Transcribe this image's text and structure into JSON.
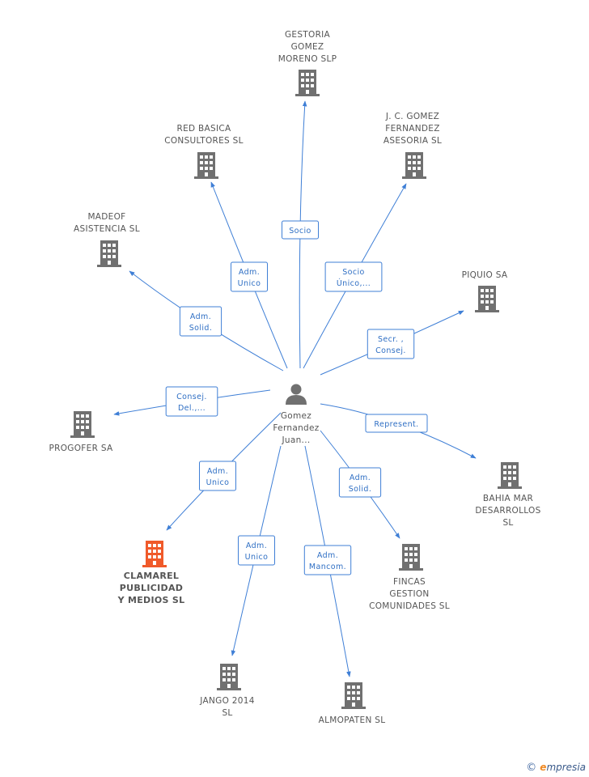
{
  "center": {
    "lines": [
      "Gomez",
      "Fernandez",
      "Juan..."
    ],
    "icon": "person-icon"
  },
  "colors": {
    "edge": "#3f7fd6",
    "building": "#707070",
    "highlight": "#f05a2a"
  },
  "nodes": [
    {
      "id": "gestoria",
      "lines": [
        "GESTORIA",
        "GOMEZ",
        "MORENO  SLP"
      ],
      "highlight": false
    },
    {
      "id": "red-basica",
      "lines": [
        "RED BASICA",
        "CONSULTORES SL"
      ],
      "highlight": false
    },
    {
      "id": "jc-gomez",
      "lines": [
        "J.  C. GOMEZ",
        "FERNANDEZ",
        "ASESORIA SL"
      ],
      "highlight": false
    },
    {
      "id": "madeof",
      "lines": [
        "MADEOF",
        "ASISTENCIA  SL"
      ],
      "highlight": false
    },
    {
      "id": "piquio",
      "lines": [
        "PIQUIO SA"
      ],
      "highlight": false
    },
    {
      "id": "progofer",
      "lines": [
        "PROGOFER SA"
      ],
      "highlight": false
    },
    {
      "id": "bahia-mar",
      "lines": [
        "BAHIA MAR",
        "DESARROLLOS",
        "SL"
      ],
      "highlight": false
    },
    {
      "id": "clamarel",
      "lines": [
        "CLAMAREL",
        "PUBLICIDAD",
        "Y MEDIOS SL"
      ],
      "highlight": true
    },
    {
      "id": "fincas",
      "lines": [
        "FINCAS",
        "GESTION",
        "COMUNIDADES SL"
      ],
      "highlight": false
    },
    {
      "id": "jango",
      "lines": [
        "JANGO 2014",
        "SL"
      ],
      "highlight": false
    },
    {
      "id": "almopaten",
      "lines": [
        "ALMOPATEN SL"
      ],
      "highlight": false
    }
  ],
  "edges": [
    {
      "target": "gestoria",
      "lines": [
        "Socio"
      ]
    },
    {
      "target": "red-basica",
      "lines": [
        "Adm.",
        "Unico"
      ]
    },
    {
      "target": "jc-gomez",
      "lines": [
        "Socio",
        "Único,..."
      ]
    },
    {
      "target": "madeof",
      "lines": [
        "Adm.",
        "Solid."
      ]
    },
    {
      "target": "piquio",
      "lines": [
        "Secr. ,",
        "Consej."
      ]
    },
    {
      "target": "progofer",
      "lines": [
        "Consej.",
        "Del.,..."
      ]
    },
    {
      "target": "bahia-mar",
      "lines": [
        "Represent."
      ]
    },
    {
      "target": "clamarel",
      "lines": [
        "Adm.",
        "Unico"
      ]
    },
    {
      "target": "fincas",
      "lines": [
        "Adm.",
        "Solid."
      ]
    },
    {
      "target": "jango",
      "lines": [
        "Adm.",
        "Unico"
      ]
    },
    {
      "target": "almopaten",
      "lines": [
        "Adm.",
        "Mancom."
      ]
    }
  ],
  "footer": {
    "copyright": "©",
    "brand_first": "e",
    "brand_rest": "mpresia"
  }
}
